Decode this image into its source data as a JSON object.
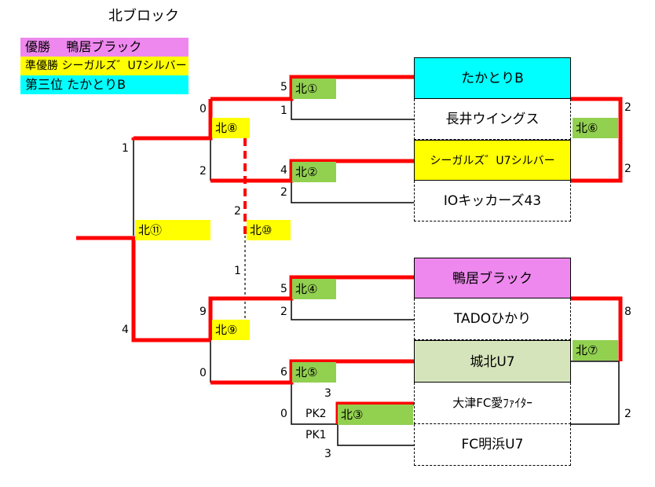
{
  "title": "北ブロック",
  "legend": [
    {
      "rank": "優勝",
      "team": "鴨居ブラック",
      "color": "#ee88ee"
    },
    {
      "rank": "準優勝",
      "team": "シーガルズ゛U7シルバー",
      "color": "#ffff00"
    },
    {
      "rank": "第三位",
      "team": "たかとりB",
      "color": "#00ffff"
    }
  ],
  "teams": [
    {
      "name": "たかとりB",
      "highlight": "#00ffff"
    },
    {
      "name": "長井ウイングス",
      "highlight": ""
    },
    {
      "name": "シーガルズ゛U7シルバー",
      "highlight": "#ffff00"
    },
    {
      "name": "IOキッカーズ43",
      "highlight": ""
    },
    {
      "name": "鴨居ブラック",
      "highlight": "#ee88ee"
    },
    {
      "name": "TADOひかり",
      "highlight": ""
    },
    {
      "name": "城北U7",
      "highlight": "#d6e4bc"
    },
    {
      "name": "大津FC愛ﾌｧｲﾀｰ",
      "highlight": ""
    },
    {
      "name": "FC明浜U7",
      "highlight": ""
    }
  ],
  "matches": {
    "m1": "北①",
    "m2": "北②",
    "m3": "北③",
    "m4": "北④",
    "m5": "北⑤",
    "m6": "北⑥",
    "m7": "北⑦",
    "m8": "北⑧",
    "m9": "北⑨",
    "m10": "北⑩",
    "m11": "北⑪"
  },
  "scores": {
    "m1_top": "5",
    "m1_bottom": "1",
    "m2_top": "4",
    "m2_bottom": "2",
    "m3_top": "3",
    "m3_bottom": "3",
    "m3_pk_top": "PK2",
    "m3_pk_bottom": "PK1",
    "m4_top": "5",
    "m4_bottom": "2",
    "m5_top": "6",
    "m5_bottom": "0",
    "m6_top": "2",
    "m6_bottom": "2",
    "m7_top": "8",
    "m7_bottom": "2",
    "m8_top": "0",
    "m8_bottom": "2",
    "m9_top": "9",
    "m9_bottom": "0",
    "m10_top": "2",
    "m10_bottom": "1",
    "m11_top": "1",
    "m11_bottom": "4"
  },
  "colors": {
    "winner_line": "#ff0000",
    "match_green": "#92d050",
    "match_yellow": "#ffff00"
  }
}
